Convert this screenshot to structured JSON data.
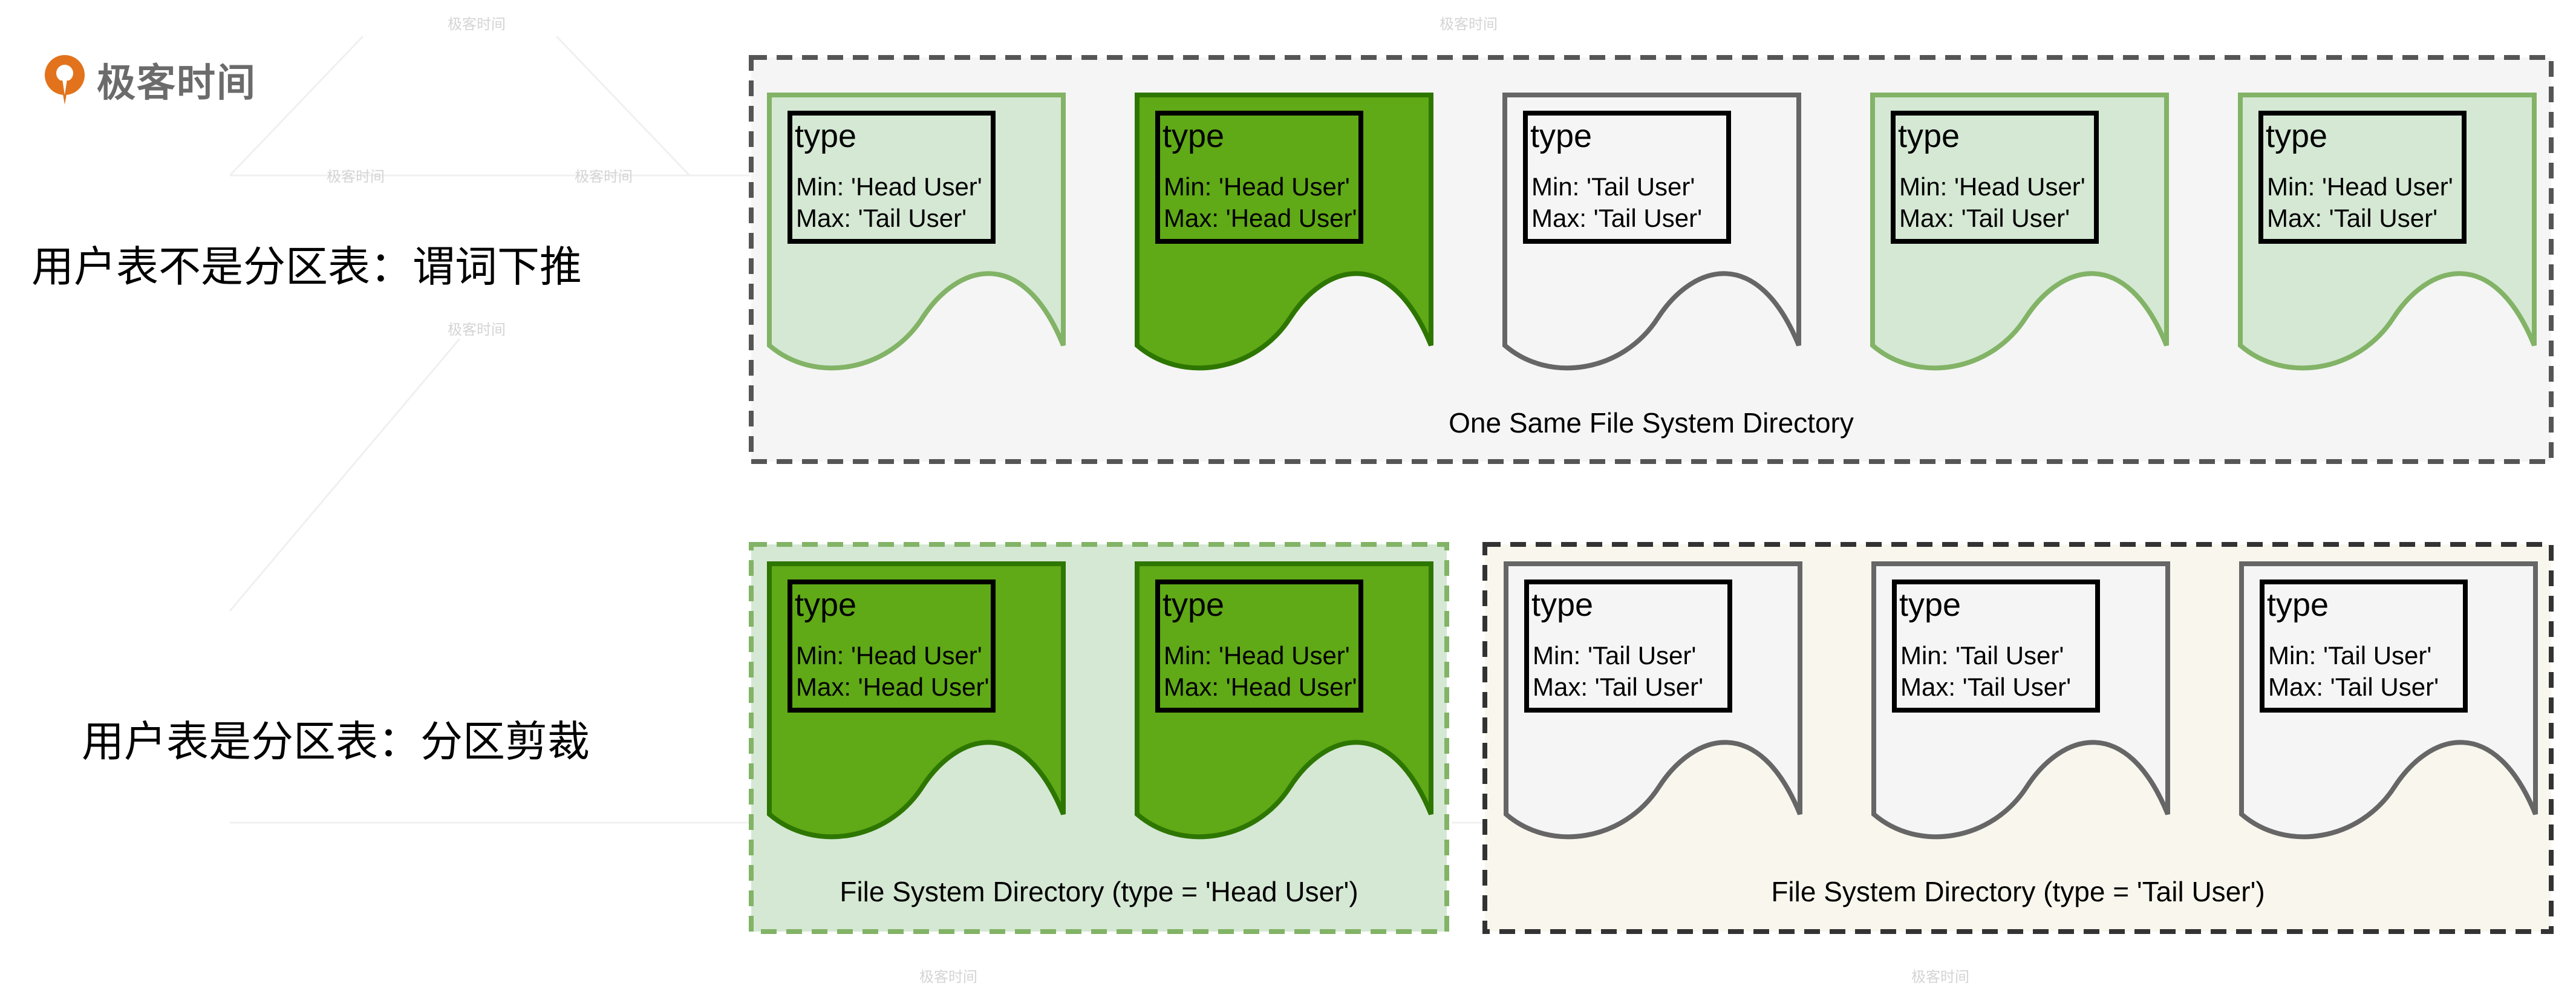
{
  "brand": {
    "logo_text": "极客时间"
  },
  "watermark_text": "极客时间",
  "rows": [
    {
      "label": "用户表不是分区表：谓词下推",
      "directories": [
        {
          "caption": "One Same File System Directory",
          "files": [
            {
              "title": "type",
              "min": "Min: 'Head User'",
              "max": "Max: 'Tail User'",
              "state": "light-green"
            },
            {
              "title": "type",
              "min": "Min: 'Head User'",
              "max": "Max: 'Head User'",
              "state": "dark-green"
            },
            {
              "title": "type",
              "min": "Min: 'Tail User'",
              "max": "Max: 'Tail User'",
              "state": "grey"
            },
            {
              "title": "type",
              "min": "Min: 'Head User'",
              "max": "Max: 'Tail User'",
              "state": "light-green"
            },
            {
              "title": "type",
              "min": "Min: 'Head User'",
              "max": "Max: 'Tail User'",
              "state": "light-green"
            }
          ]
        }
      ]
    },
    {
      "label": "用户表是分区表：分区剪裁",
      "directories": [
        {
          "caption": "File System Directory (type = 'Head User')",
          "files": [
            {
              "title": "type",
              "min": "Min: 'Head User'",
              "max": "Max: 'Head User'",
              "state": "dark-green"
            },
            {
              "title": "type",
              "min": "Min: 'Head User'",
              "max": "Max: 'Head User'",
              "state": "dark-green"
            }
          ]
        },
        {
          "caption": "File System Directory (type = 'Tail User')",
          "files": [
            {
              "title": "type",
              "min": "Min: 'Tail User'",
              "max": "Max: 'Tail User'",
              "state": "grey"
            },
            {
              "title": "type",
              "min": "Min: 'Tail User'",
              "max": "Max: 'Tail User'",
              "state": "grey"
            },
            {
              "title": "type",
              "min": "Min: 'Tail User'",
              "max": "Max: 'Tail User'",
              "state": "grey"
            }
          ]
        }
      ]
    }
  ],
  "colors": {
    "light-green": {
      "fill": "#d5e8d4",
      "stroke": "#82b366"
    },
    "dark-green": {
      "fill": "#60a917",
      "stroke": "#2d7600"
    },
    "grey": {
      "fill": "#f5f5f5",
      "stroke": "#666666"
    },
    "directory_neutral": {
      "fill": "#f5f5f5",
      "stroke": "#555555"
    },
    "directory_head": {
      "fill": "#d5e8d4",
      "stroke": "#82b366"
    },
    "directory_tail": {
      "fill": "#f9f7ed",
      "stroke": "#333333"
    },
    "logo_orange": "#e2731c"
  }
}
